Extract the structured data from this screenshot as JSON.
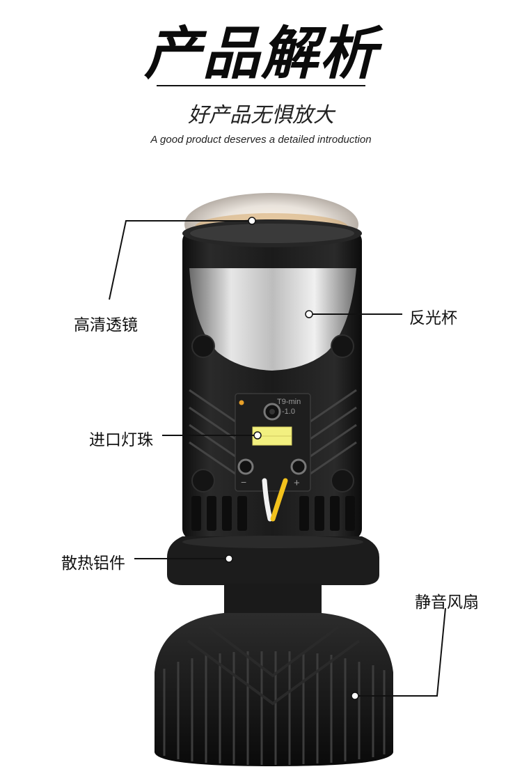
{
  "header": {
    "title": "产品解析",
    "subtitle": "好产品无惧放大",
    "tagline": "A good product deserves a detailed introduction"
  },
  "chip_text": {
    "model": "T9-min",
    "version": "-1.0",
    "minus": "−",
    "plus": "+"
  },
  "callouts": {
    "lens": "高清透镜",
    "reflector": "反光杯",
    "led": "进口灯珠",
    "heatsink": "散热铝件",
    "fan": "静音风扇"
  },
  "colors": {
    "body": "#1a1a1a",
    "reflector": "#c9c9c9",
    "accent": "#e8a028",
    "led_chip": "#f2f080",
    "wire_yellow": "#f3c21c"
  }
}
